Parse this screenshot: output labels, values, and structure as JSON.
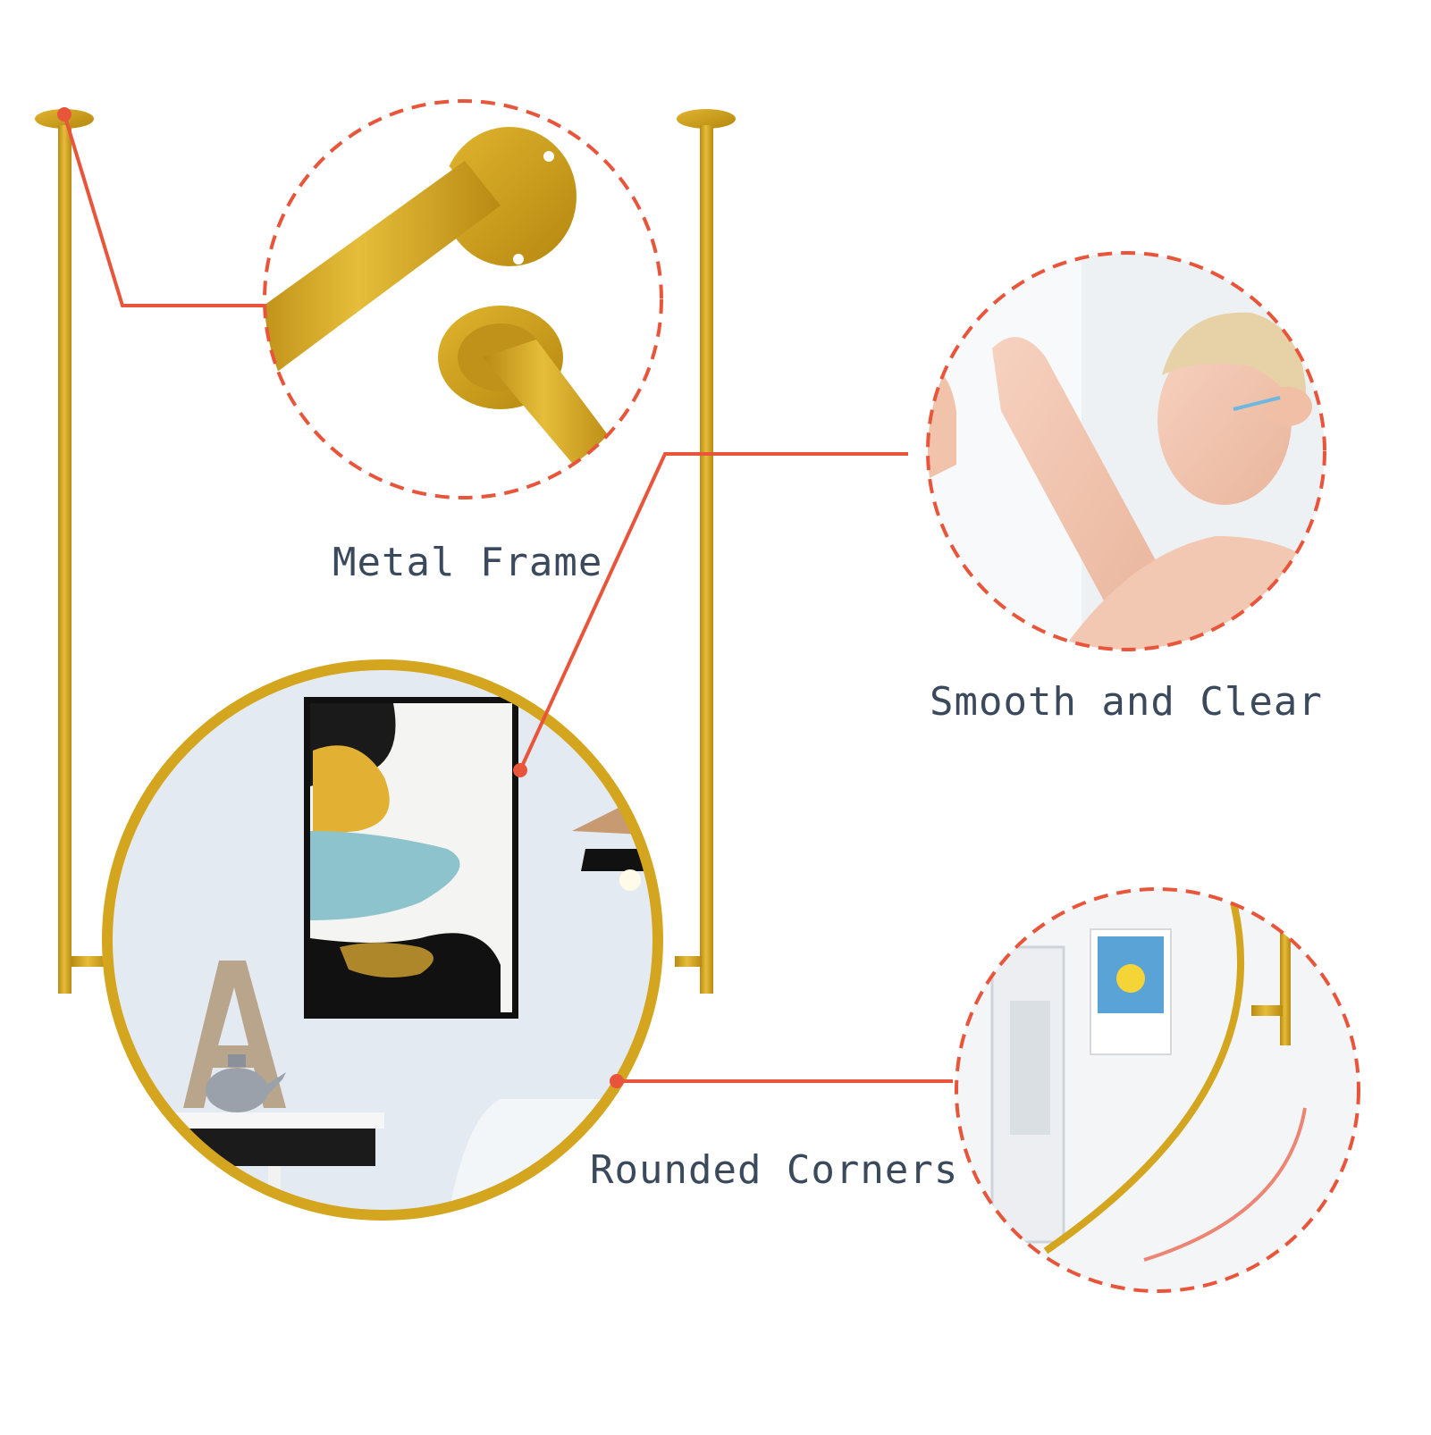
{
  "features": {
    "metal_frame": "Metal Frame",
    "smooth_clear": "Smooth and Clear",
    "rounded_corners": "Rounded Corners"
  },
  "colors": {
    "gold": "#d4a51e",
    "gold_dark": "#b88a12",
    "callout": "#e8553a",
    "text": "#3a4a5c",
    "wall": "#dfe7ef"
  },
  "icons": [
    "metal-rod-bracket-icon",
    "woman-mirror-photo",
    "door-room-photo",
    "round-mirror-illustration"
  ]
}
